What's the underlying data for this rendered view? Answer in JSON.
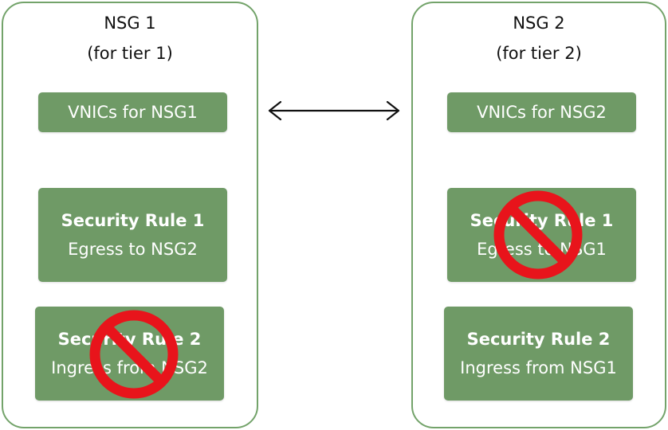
{
  "nsg1": {
    "title": "NSG 1",
    "subtitle": "(for tier 1)",
    "vnics": "VNICs for NSG1",
    "rule1": {
      "title": "Security Rule 1",
      "detail": "Egress to NSG2",
      "blocked": false
    },
    "rule2": {
      "title": "Security Rule 2",
      "detail": "Ingress from NSG2",
      "blocked": true
    }
  },
  "nsg2": {
    "title": "NSG 2",
    "subtitle": "(for tier 2)",
    "vnics": "VNICs for NSG2",
    "rule1": {
      "title": "Security Rule 1",
      "detail": "Egress to NSG1",
      "blocked": true
    },
    "rule2": {
      "title": "Security Rule 2",
      "detail": "Ingress from NSG1",
      "blocked": false
    }
  },
  "colors": {
    "box_fill": "#6f9a66",
    "panel_border": "#73a36a",
    "prohibition": "#e8141b",
    "arrow": "#111111"
  },
  "icons": [
    "double-arrow-icon",
    "prohibition-icon"
  ]
}
